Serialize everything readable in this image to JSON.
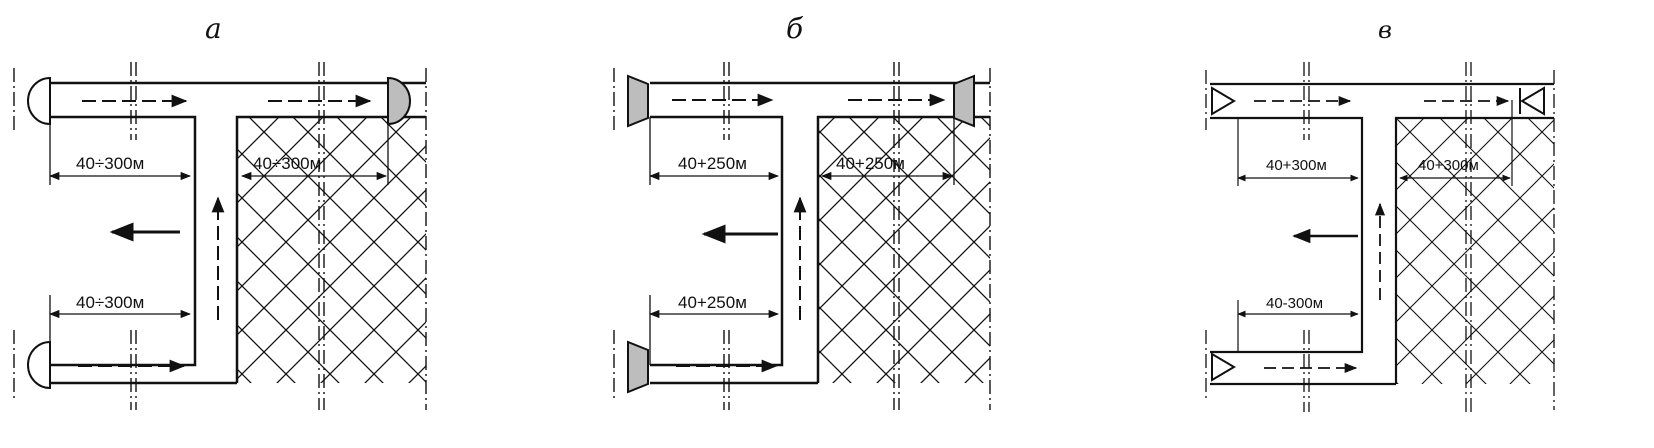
{
  "panels": [
    {
      "letter": "а",
      "marker": "half-circle",
      "dims": {
        "upper_left": "40÷300м",
        "upper_right": "40÷300м",
        "lower_left": "40÷300м"
      }
    },
    {
      "letter": "б",
      "marker": "trapezoid",
      "dims": {
        "upper_left": "40+250м",
        "upper_right": "40+250м",
        "lower_left": "40+250м"
      }
    },
    {
      "letter": "в",
      "marker": "triangle",
      "dims": {
        "upper_left": "40+300м",
        "upper_right": "40+300м",
        "lower_left": "40-300м"
      }
    }
  ],
  "colors": {
    "line": "#111111",
    "marker_fill": "#bdbdbd"
  }
}
